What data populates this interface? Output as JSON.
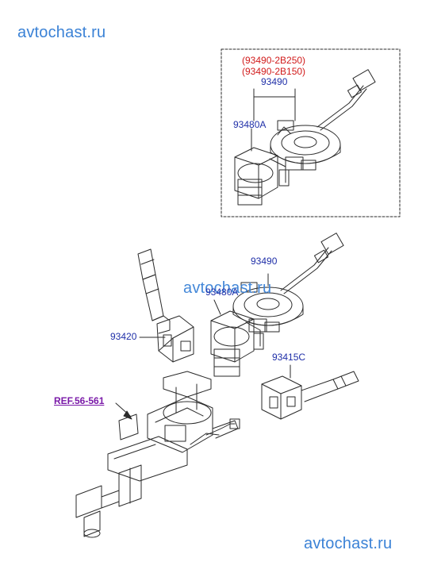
{
  "watermarks": {
    "top": "avtochast.ru",
    "middle": "avtochast.ru",
    "bottom": "avtochast.ru"
  },
  "callouts": {
    "inset_alt_1": "(93490-2B250)",
    "inset_alt_2": "(93490-2B150)",
    "inset_main": "93490",
    "inset_sub": "93480A",
    "main_clockspring": "93490",
    "main_sub": "93480A",
    "left_switch": "93420",
    "right_switch": "93415C",
    "reference": "REF.56-561"
  },
  "colors": {
    "ink": "#2a2a2a",
    "part_label": "#1f2fa8",
    "alt_label": "#d11a1a",
    "reference": "#7a1aa8",
    "watermark": "#3b82d6"
  }
}
